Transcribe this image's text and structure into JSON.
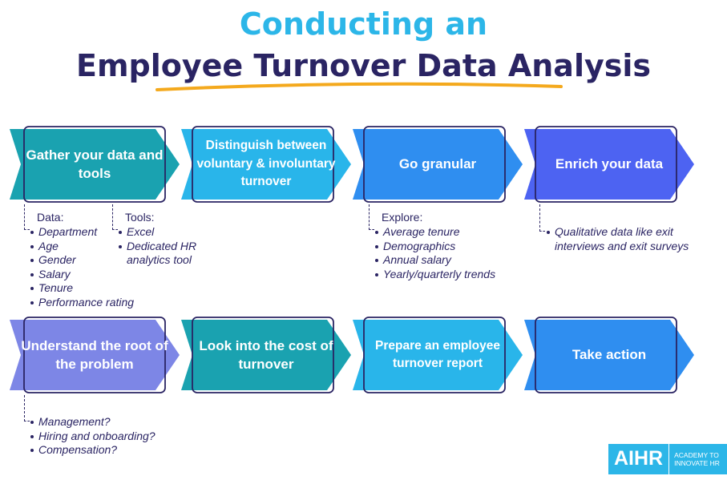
{
  "title": {
    "line1": "Conducting an",
    "line2": "Employee Turnover Data Analysis"
  },
  "colors": {
    "accent_blue": "#2cb6e8",
    "navy": "#2a2463",
    "underline": "#f4a91d",
    "teal": "#1aa2b0",
    "sky": "#29b5ea",
    "blue": "#2f8ef0",
    "indigo": "#4d63f2",
    "lavender": "#7d86e6"
  },
  "steps": [
    {
      "label": "Gather your data and tools"
    },
    {
      "label": "Distinguish between voluntary & involuntary turnover"
    },
    {
      "label": "Go granular"
    },
    {
      "label": "Enrich your data"
    },
    {
      "label": "Understand the root of the problem"
    },
    {
      "label": "Look into the cost of turnover"
    },
    {
      "label": "Prepare an employee turnover report"
    },
    {
      "label": "Take action"
    }
  ],
  "notes": {
    "data": {
      "head": "Data:",
      "items": [
        "Department",
        "Age",
        "Gender",
        "Salary",
        "Tenure",
        "Performance rating"
      ]
    },
    "tools": {
      "head": "Tools:",
      "items": [
        "Excel",
        "Dedicated HR analytics tool"
      ]
    },
    "explore": {
      "head": "Explore:",
      "items": [
        "Average tenure",
        "Demographics",
        "Annual salary",
        "Yearly/quarterly trends"
      ]
    },
    "enrich": {
      "items": [
        "Qualitative data like exit interviews and exit surveys"
      ]
    },
    "root": {
      "items": [
        "Management?",
        "Hiring and onboarding?",
        "Compensation?"
      ]
    }
  },
  "logo": {
    "mark": "AIHR",
    "sub": "ACADEMY TO INNOVATE HR"
  }
}
